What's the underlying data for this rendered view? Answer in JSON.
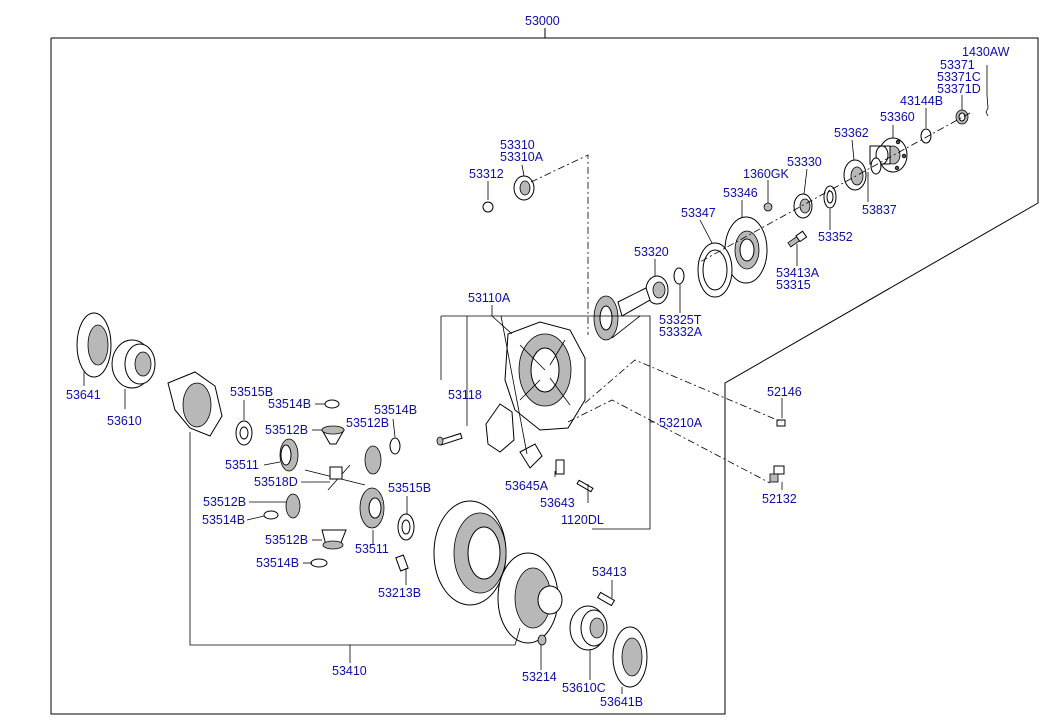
{
  "diagram": {
    "labels": [
      {
        "id": "top",
        "text": "53000"
      },
      {
        "id": "l1430aw",
        "text": "1430AW"
      },
      {
        "id": "l53371",
        "text": "53371"
      },
      {
        "id": "l53371c",
        "text": "53371C"
      },
      {
        "id": "l53371d",
        "text": "53371D"
      },
      {
        "id": "l43144b",
        "text": "43144B"
      },
      {
        "id": "l53360",
        "text": "53360"
      },
      {
        "id": "l53362",
        "text": "53362"
      },
      {
        "id": "l53330",
        "text": "53330"
      },
      {
        "id": "l1360gk",
        "text": "1360GK"
      },
      {
        "id": "l53346",
        "text": "53346"
      },
      {
        "id": "l53347",
        "text": "53347"
      },
      {
        "id": "l53837",
        "text": "53837"
      },
      {
        "id": "l53352",
        "text": "53352"
      },
      {
        "id": "l53413a",
        "text": "53413A"
      },
      {
        "id": "l53315",
        "text": "53315"
      },
      {
        "id": "l53310",
        "text": "53310"
      },
      {
        "id": "l53310a",
        "text": "53310A"
      },
      {
        "id": "l53312",
        "text": "53312"
      },
      {
        "id": "l53320",
        "text": "53320"
      },
      {
        "id": "l53325t",
        "text": "53325T"
      },
      {
        "id": "l53332a",
        "text": "53332A"
      },
      {
        "id": "l53110a",
        "text": "53110A"
      },
      {
        "id": "l53118",
        "text": "53118"
      },
      {
        "id": "l53210a",
        "text": "53210A"
      },
      {
        "id": "l52146",
        "text": "52146"
      },
      {
        "id": "l52132",
        "text": "52132"
      },
      {
        "id": "l53645a",
        "text": "53645A"
      },
      {
        "id": "l53643",
        "text": "53643"
      },
      {
        "id": "l1120dl",
        "text": "1120DL"
      },
      {
        "id": "l53641",
        "text": "53641"
      },
      {
        "id": "l53610",
        "text": "53610"
      },
      {
        "id": "l53515b_1",
        "text": "53515B"
      },
      {
        "id": "l53514b_1",
        "text": "53514B"
      },
      {
        "id": "l53514b_2",
        "text": "53514B"
      },
      {
        "id": "l53512b_1",
        "text": "53512B"
      },
      {
        "id": "l53512b_2",
        "text": "53512B"
      },
      {
        "id": "l53511_1",
        "text": "53511"
      },
      {
        "id": "l53518d",
        "text": "53518D"
      },
      {
        "id": "l53515b_2",
        "text": "53515B"
      },
      {
        "id": "l53512b_3",
        "text": "53512B"
      },
      {
        "id": "l53514b_3",
        "text": "53514B"
      },
      {
        "id": "l53512b_4",
        "text": "53512B"
      },
      {
        "id": "l53511_2",
        "text": "53511"
      },
      {
        "id": "l53514b_4",
        "text": "53514B"
      },
      {
        "id": "l53213b",
        "text": "53213B"
      },
      {
        "id": "l53413",
        "text": "53413"
      },
      {
        "id": "l53410",
        "text": "53410"
      },
      {
        "id": "l53214",
        "text": "53214"
      },
      {
        "id": "l53610c",
        "text": "53610C"
      },
      {
        "id": "l53641b",
        "text": "53641B"
      }
    ]
  }
}
